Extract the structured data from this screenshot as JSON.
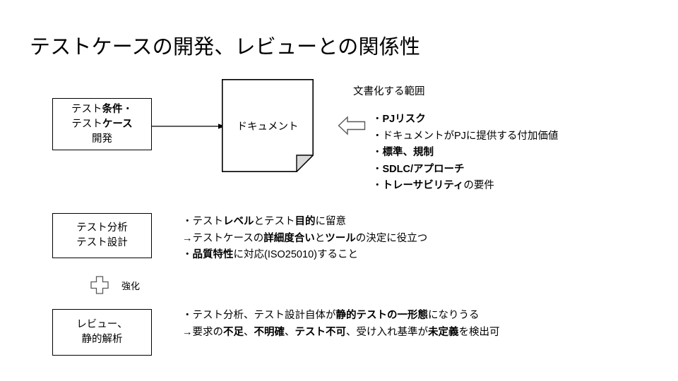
{
  "slide": {
    "title": "テストケースの開発、レビューとの関係性",
    "background_color": "#FFFFFF",
    "line_color": "#000000",
    "fold_fill_color": "#D9D9D9",
    "arrow_color": "#595959"
  },
  "boxes": {
    "development": {
      "line1_a": "テスト",
      "line1_b": "条件",
      "line1_c": "・",
      "line2_a": "テスト",
      "line2_b": "ケース",
      "line3": "開発"
    },
    "analysis": {
      "line1": "テスト分析",
      "line2": "テスト設計"
    },
    "review": {
      "line1": "レビュー、",
      "line2": "静的解析"
    }
  },
  "document": {
    "label": "ドキュメント"
  },
  "scope": {
    "heading": "文書化する範囲",
    "arrow_icon": "left-block-arrow-icon",
    "items": [
      {
        "bullet": "・",
        "bold1": "PJリスク",
        "plain1": ""
      },
      {
        "bullet": "・",
        "bold1": "",
        "plain1": "ドキュメントがPJに提供する付加価値"
      },
      {
        "bullet": "・",
        "bold1": "標準、規制",
        "plain1": ""
      },
      {
        "bullet": "・",
        "bold1": "SDLC/アプローチ",
        "plain1": ""
      },
      {
        "bullet": "・",
        "bold1": "トレーサビリティ",
        "plain1": "の要件"
      }
    ]
  },
  "notes_analysis": {
    "line1_p1": "・テスト",
    "line1_b1": "レベル",
    "line1_p2": "とテスト",
    "line1_b2": "目的",
    "line1_p3": "に留意",
    "line2_p1": "→テストケースの",
    "line2_b1": "詳細度合い",
    "line2_p2": "と",
    "line2_b2": "ツール",
    "line2_p3": "の決定に役立つ",
    "line3_p1": "・",
    "line3_b1": "品質特性",
    "line3_p2": "に対応(ISO25010)すること"
  },
  "reinforcement": {
    "icon": "plus-cross-icon",
    "label": "強化"
  },
  "notes_review": {
    "line1_p1": "・テスト分析、テスト設計自体が",
    "line1_b1": "静的テストの一形態",
    "line1_p2": "になりうる",
    "line2_p1": "→要求の",
    "line2_b1": "不足",
    "line2_p2": "、",
    "line2_b2": "不明確",
    "line2_p3": "、",
    "line2_b3": "テスト不可",
    "line2_p4": "、受け入れ基準が",
    "line2_b4": "未定義",
    "line2_p5": "を検出可"
  }
}
